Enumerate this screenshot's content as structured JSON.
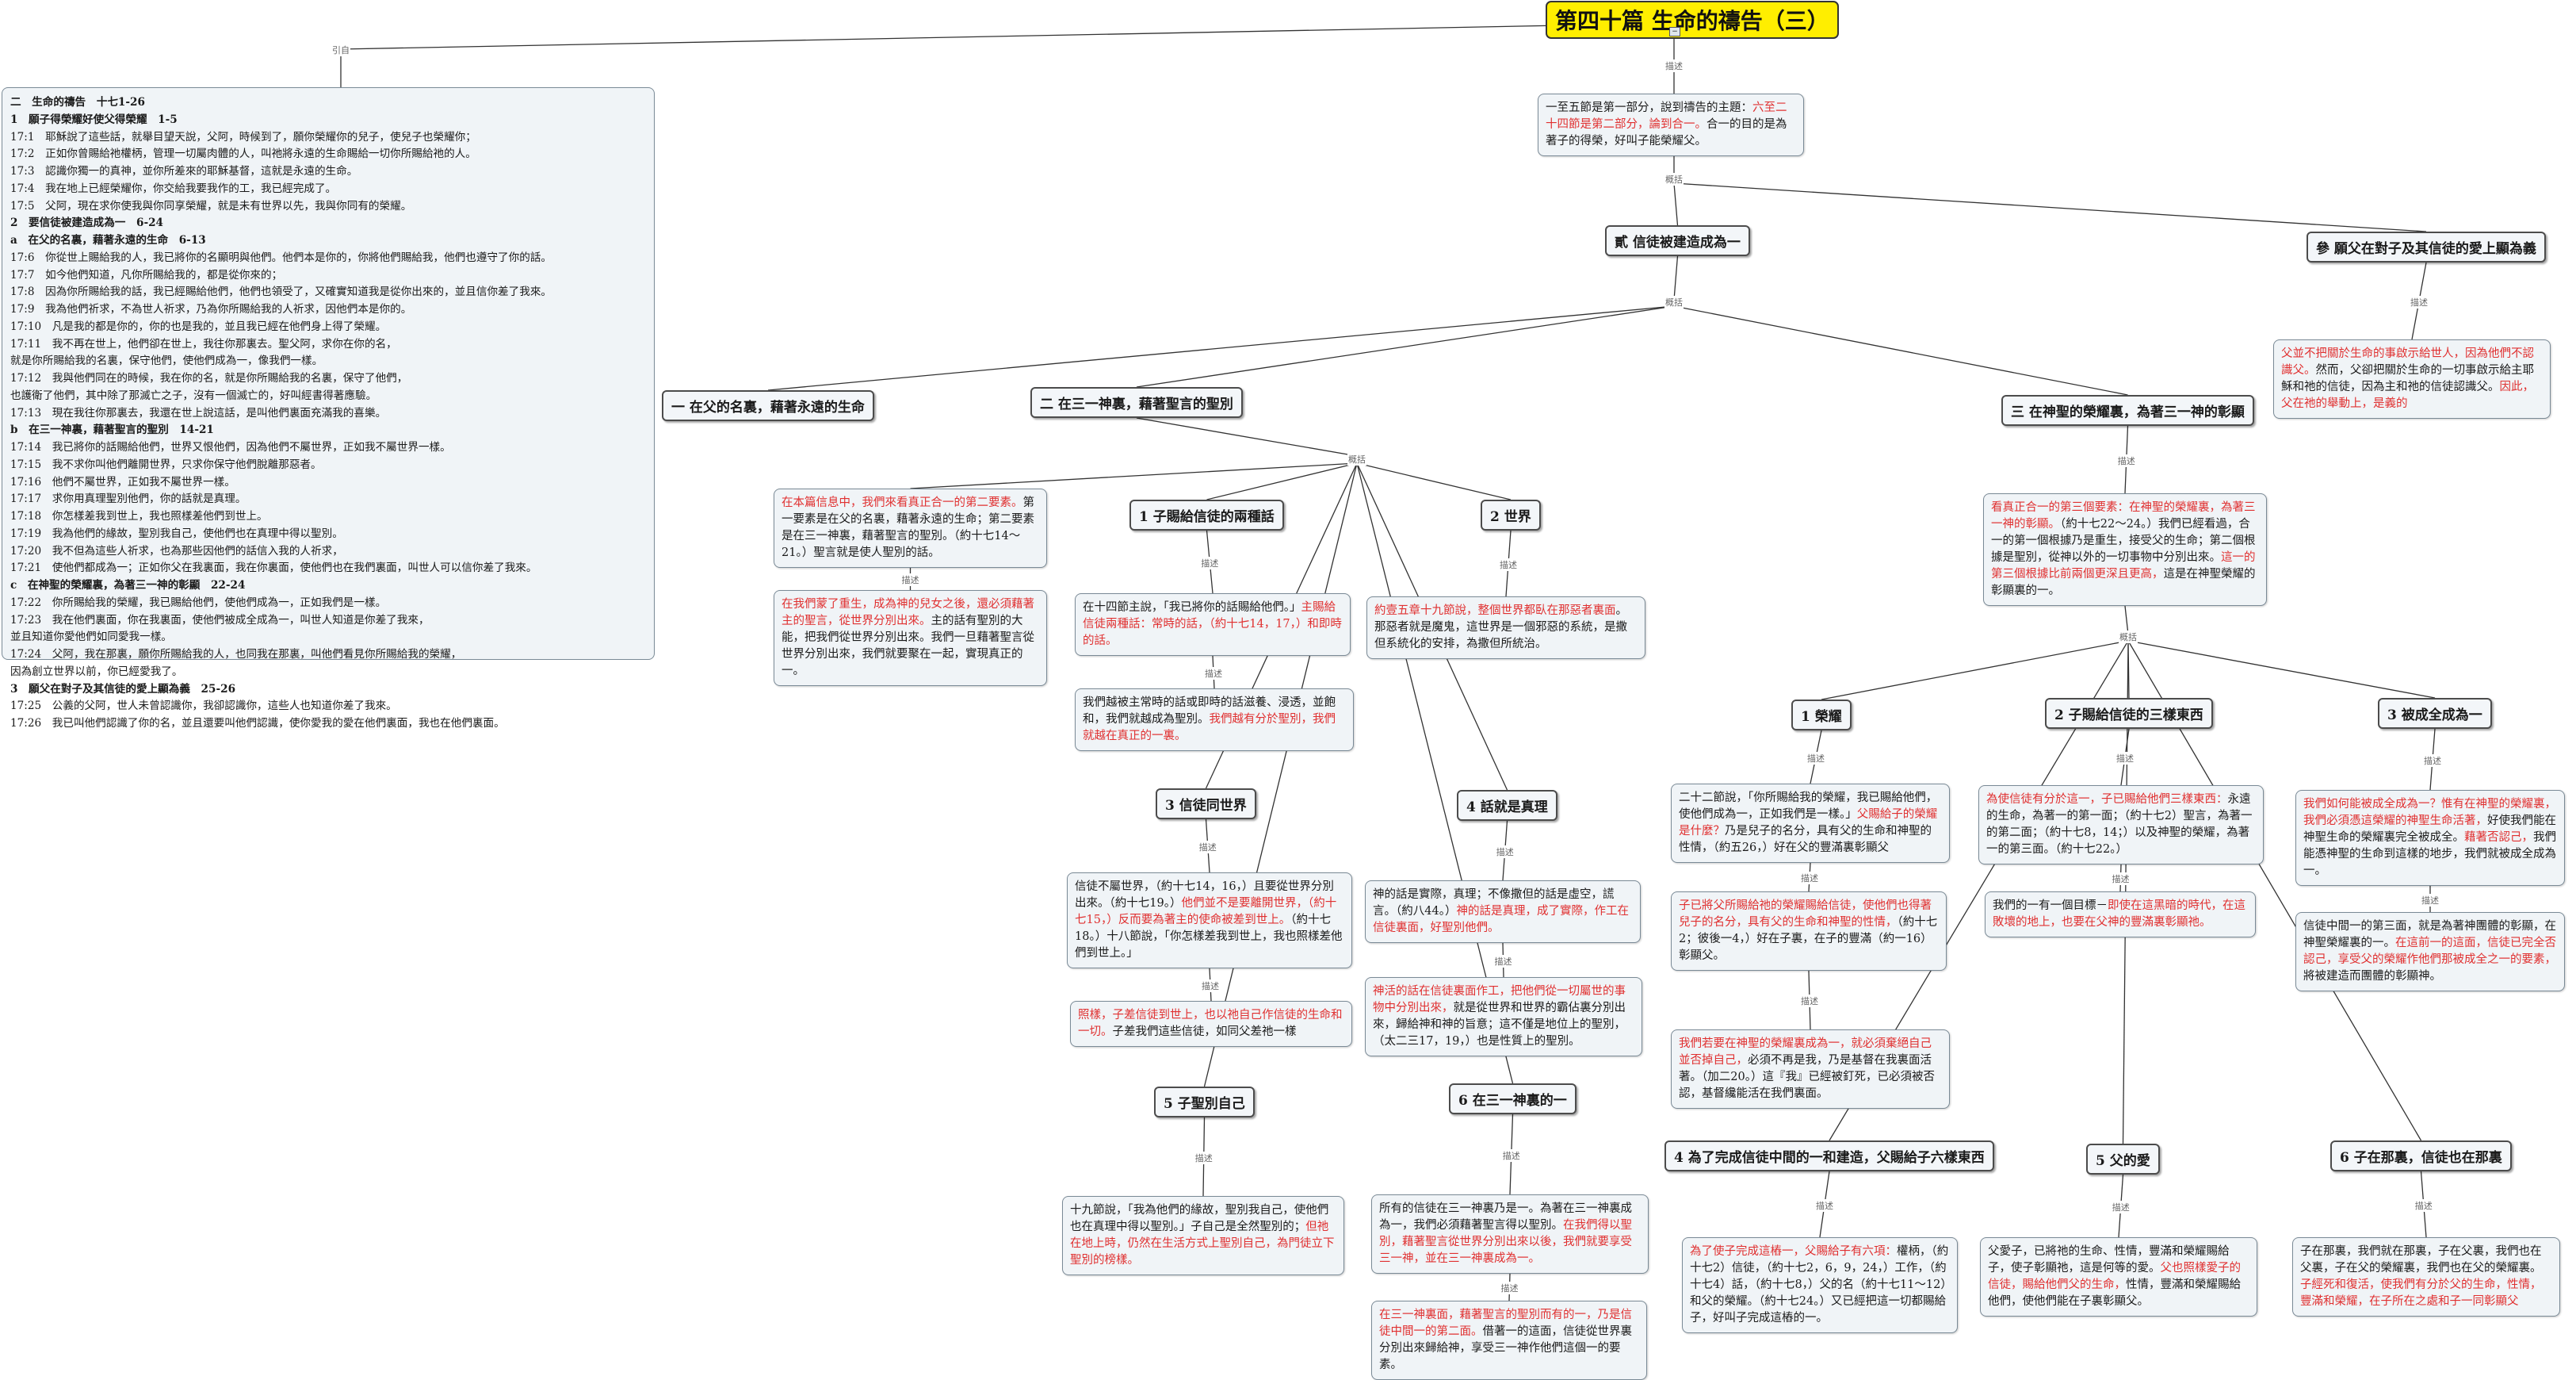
{
  "root": {
    "title": "第四十篇 生命的禱告（三）"
  },
  "link_labels": {
    "to_outline": "引自",
    "general": "概括",
    "detail": "描述"
  },
  "outline_lines": [
    "二　生命的禱告　十七1-26",
    "1　願子得榮耀好使父得榮耀　1-5",
    "17:1　耶穌說了這些話，就舉目望天說，父阿，時候到了，願你榮耀你的兒子，使兒子也榮耀你；",
    "17:2　正如你曾賜給祂權柄，管理一切屬肉體的人，叫祂將永遠的生命賜給一切你所賜給祂的人。",
    "17:3　認識你獨一的真神，並你所差來的耶穌基督，這就是永遠的生命。",
    "17:4　我在地上已經榮耀你，你交給我要我作的工，我已經完成了。",
    "17:5　父阿，現在求你使我與你同享榮耀，就是未有世界以先，我與你同有的榮耀。",
    "2　要信徒被建造成為一　6-24",
    "a　在父的名裏，藉著永遠的生命　6-13",
    "17:6　你從世上賜給我的人，我已將你的名顯明與他們。他們本是你的，你將他們賜給我，他們也遵守了你的話。",
    "17:7　如今他們知道，凡你所賜給我的，都是從你來的；",
    "17:8　因為你所賜給我的話，我已經賜給他們，他們也領受了，又確實知道我是從你出來的，並且信你差了我來。",
    "17:9　我為他們祈求，不為世人祈求，乃為你所賜給我的人祈求，因他們本是你的。",
    "17:10　凡是我的都是你的，你的也是我的，並且我已經在他們身上得了榮耀。",
    "17:11　我不再在世上，他們卻在世上，我往你那裏去。聖父阿，求你在你的名，",
    "就是你所賜給我的名裏，保守他們，使他們成為一，像我們一樣。",
    "17:12　我與他們同在的時候，我在你的名，就是你所賜給我的名裏，保守了他們，",
    "也護衛了他們，其中除了那滅亡之子，沒有一個滅亡的，好叫經書得著應驗。",
    "17:13　現在我往你那裏去，我還在世上說這話，是叫他們裏面充滿我的喜樂。",
    "b　在三一神裏，藉著聖言的聖別　14-21",
    "17:14　我已將你的話賜給他們，世界又恨他們，因為他們不屬世界，正如我不屬世界一樣。",
    "17:15　我不求你叫他們離開世界，只求你保守他們脫離那惡者。",
    "17:16　他們不屬世界，正如我不屬世界一樣。",
    "17:17　求你用真理聖別他們，你的話就是真理。",
    "17:18　你怎樣差我到世上，我也照樣差他們到世上。",
    "17:19　我為他們的緣故，聖別我自己，使他們也在真理中得以聖別。",
    "17:20　我不但為這些人祈求，也為那些因他們的話信入我的人祈求，",
    "17:21　使他們都成為一；正如你父在我裏面，我在你裏面，使他們也在我們裏面，叫世人可以信你差了我來。",
    "c　在神聖的榮耀裏，為著三一神的彰顯　22-24",
    "17:22　你所賜給我的榮耀，我已賜給他們，使他們成為一，正如我們是一樣。",
    "17:23　我在他們裏面，你在我裏面，使他們被成全成為一，叫世人知道是你差了我來，",
    "並且知道你愛他們如同愛我一樣。",
    "17:24　父阿，我在那裏，願你所賜給我的人，也同我在那裏，叫他們看見你所賜給我的榮耀，",
    "因為創立世界以前，你已經愛我了。",
    "3　願父在對子及其信徒的愛上顯為義　25-26",
    "17:25　公義的父阿，世人未曾認識你，我卻認識你，這些人也知道你差了我來。",
    "17:26　我已叫他們認識了你的名，並且還要叫他們認識，使你愛我的愛在他們裏面，我也在他們裏面。"
  ],
  "intro": {
    "text_a": "一至五節是第一部分，說到禱告的主題：",
    "text_red": "六至二十四節是第二部分，論到合一。",
    "text_b": "合一的目的是為著子的得榮，好叫子能榮耀父。"
  },
  "topics": {
    "t2": "貳 信徒被建造成為一",
    "t3": "參 願父在對子及其信徒的愛上顯為義",
    "s1": "一 在父的名裏，藉著永遠的生命",
    "s2": "二 在三一神裏，藉著聖言的聖別",
    "s3": "三 在神聖的榮耀裏，為著三一神的彰顯",
    "p1": "1 子賜給信徒的兩種話",
    "p2": "2 世界",
    "p3": "3 信徒同世界",
    "p4": "4 話就是真理",
    "p5": "5 子聖別自己",
    "p6": "6 在三一神裏的一",
    "g1": "1 榮耀",
    "g2": "2 子賜給信徒的三樣東西",
    "g3": "3 被成全成為一",
    "g4": "4 為了完成信徒中間的一和建造，父賜給子六樣東西",
    "g5": "5 父的愛",
    "g6": "6 子在那裏，信徒也在那裏"
  },
  "texts": {
    "t3_note": {
      "red": "父並不把關於生命的事啟示給世人，因為他們不認識父。",
      "black": "然而，父卻把關於生命的一切事啟示給主耶穌和祂的信徒，因為主和祂的信徒認識父。",
      "red2": "因此，父在祂的舉動上，是義的"
    },
    "s2_a": {
      "red": "在本篇信息中，我們來看真正合一的第二要素。",
      "black": "第一要素是在父的名裏，藉著永遠的生命；第二要素是在三一神裏，藉著聖言的聖別。（約十七14～21。）聖言就是使人聖別的話。"
    },
    "s2_b": {
      "red": "在我們蒙了重生，成為神的兒女之後，還必須藉著主的聖言，從世界分別出來。",
      "black": "主的話有聖別的大能，把我們從世界分別出來。我們一旦藉著聖言從世界分別出來，我們就要聚在一起，實現真正的一。"
    },
    "p1_a": {
      "black": "在十四節主說，「我已將你的話賜給他們。」",
      "red": "主賜給信徒兩種話：常時的話，（約十七14，17，）和即時的話。"
    },
    "p1_b": {
      "black": "我們越被主常時的話或即時的話滋養、浸透，並飽和，我們就越成為聖別。",
      "red": "我們越有分於聖別，我們就越在真正的一裏。"
    },
    "p2_a": {
      "red": "約壹五章十九節說，整個世界都臥在那惡者裏面",
      "black": "。那惡者就是魔鬼，這世界是一個邪惡的系統，是撒但系統化的安排，為撒但所統治。"
    },
    "p3_a": {
      "black": "信徒不屬世界，（約十七14，16，）且要從世界分別出來。（約十七19。）",
      "red": "他們並不是要離開世界，（約十七15，）反而要為著主的使命被差到世上。",
      "black2": "（約十七18。）十八節說，「你怎樣差我到世上，我也照樣差他們到世上。」"
    },
    "p3_b": {
      "red": "照樣，子差信徒到世上，也以祂自己作信徒的生命和一切。",
      "black": "子差我們這些信徒，如同父差祂一樣"
    },
    "p4_a": {
      "black": "神的話是實際，真理；不像撒但的話是虛空，謊言。（約八44。）",
      "red": "神的話是真理，成了實際，作工在信徒裏面，好聖別他們。"
    },
    "p4_b": {
      "red": "神活的話在信徒裏面作工，把他們從一切屬世的事物中分別出來，",
      "black": "就是從世界和世界的霸佔裏分別出來，歸給神和神的旨意；這不僅是地位上的聖別，（太二三17，19，）也是性質上的聖別。"
    },
    "p5_a": {
      "black": "十九節說，「我為他們的緣故，聖別我自己，使他們也在真理中得以聖別。」子自己是全然聖別的；",
      "red": "但祂在地上時，仍然在生活方式上聖別自己，為門徒立下聖別的榜樣。"
    },
    "p6_a": {
      "black": "所有的信徒在三一神裏乃是一。為著在三一神裏成為一，我們必須藉著聖言得以聖別。",
      "red": "在我們得以聖別，藉著聖言從世界分別出來以後，我們就要享受三一神，並在三一神裏成為一。"
    },
    "p6_b": {
      "red": "在三一神裏面，藉著聖言的聖別而有的一，乃是信徒中間一的第二面。",
      "black": "借著一的這面，信徒從世界裏分別出來歸給神，享受三一神作他們這個一的要素。"
    },
    "s3_a": {
      "red": "看真正合一的第三個要素：在神聖的榮耀裏，為著三一神的彰顯。",
      "black": "（約十七22～24。）我們已經看過，合一的第一個根據乃是重生，接受父的生命；第二個根據是聖別，從神以外的一切事物中分別出來。",
      "red2": "這一的第三個根據比前兩個更深且更高，",
      "black2": "這是在神聖榮耀的彰顯裏的一。"
    },
    "g1_a": {
      "black": "二十二節說，「你所賜給我的榮耀，我已賜給他們，使他們成為一，正如我們是一樣。」",
      "red": "父賜給子的榮耀是什麼？",
      "black2": "乃是兒子的名分，具有父的生命和神聖的性情，（約五26，）好在父的豐滿裏彰顯父"
    },
    "g1_b": {
      "red": "子已將父所賜給祂的榮耀賜給信徒，使他們也得著兒子的名分，具有父的生命和神聖的性情，",
      "black": "（約十七2；彼後一4，）好在子裏，在子的豐滿（約一16）彰顯父。"
    },
    "g1_c": {
      "red": "我們若要在神聖的榮耀裏成為一，就必須棄絕自己並否掉自己，",
      "black": "必須不再是我，乃是基督在我裏面活著。（加二20。）這『我』已經被釘死，已必須被否認，基督纔能活在我們裏面。"
    },
    "g2_a": {
      "red": "為使信徒有分於這一，子已賜給他們三樣東西：",
      "black": "永遠的生命，為著一的第一面；（約十七2）聖言，為著一的第二面；（約十七8，14；）以及神聖的榮耀，為著一的第三面。（約十七22。）"
    },
    "g2_b": {
      "black": "我們的一有一個目標－",
      "red": "即使在這黑暗的時代，在這敗壞的地上，也要在父神的豐滿裏彰顯祂。"
    },
    "g3_a": {
      "red": "我們如何能被成全成為一？惟有在神聖的榮耀裏，我們必須憑這榮耀的神聖生命活著，",
      "black": "好使我們能在神聖生命的榮耀裏完全被成全。",
      "red2": "藉著否認己，",
      "black2": "我們能憑神聖的生命到這樣的地步，我們就被成全成為一。"
    },
    "g3_b": {
      "black": "信徒中間一的第三面，就是為著神團體的彰顯，在神聖榮耀裏的一。",
      "red": "在這前一的這面，信徒已完全否認己，享受父的榮耀作他們那被成全之一的要素，",
      "black2": "將被建造而團體的彰顯神。"
    },
    "g4_a": {
      "red": "為了使子完成這樁一，父賜給子有六項：",
      "black": "權柄，（約十七2）信徒，（約十七2，6，9，24，）工作，（約十七4）話，（約十七8，）父的名（約十七11～12）和父的榮耀。（約十七24。）又已經把這一切都賜給子，好叫子完成這樁的一。"
    },
    "g5_a": {
      "black": "父愛子，已將祂的生命、性情，豐滿和榮耀賜給子，使子彰顯祂，這是何等的愛。",
      "red": "父也照樣愛子的信徒，賜給他們父的生命，",
      "black2": "性情，豐滿和榮耀賜給他們，使他們能在子裏彰顯父。"
    },
    "g6_a": {
      "black": "子在那裏，我們就在那裏，子在父裏，我們也在父裏，子在父的榮耀裏，我們也在父的榮耀裏。",
      "red": "子經死和復活，使我們有分於父的生命，性情，豐滿和榮耀，在子所在之處和子一同彰顯父"
    }
  }
}
